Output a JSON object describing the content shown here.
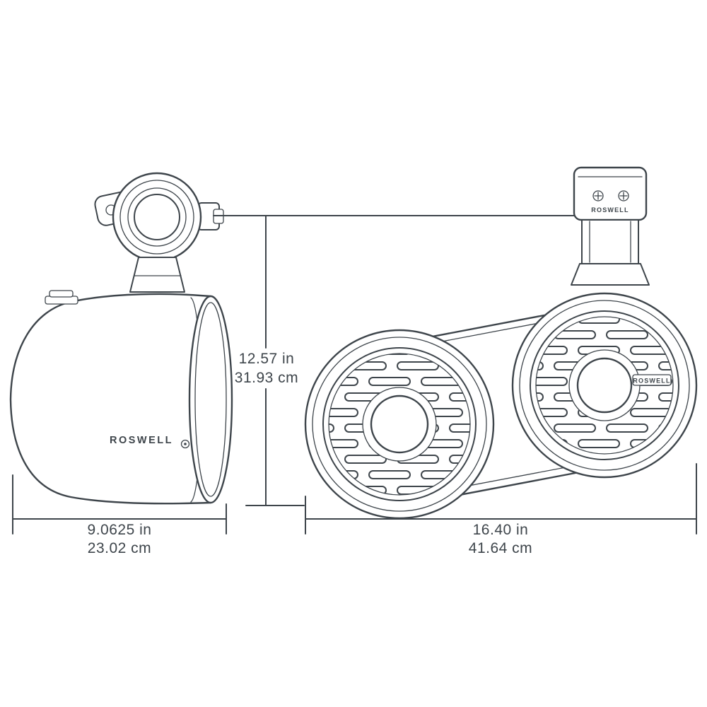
{
  "diagram": {
    "brand": "ROSWELL",
    "views": {
      "side": {
        "brand_label": "ROSWELL"
      },
      "front": {
        "clamp_label": "ROSWELL",
        "grille_label": "ROSWELL"
      }
    },
    "dimensions": {
      "height": {
        "inches": "12.57 in",
        "metric": "31.93 cm"
      },
      "depth": {
        "inches": "9.0625 in",
        "metric": "23.02 cm"
      },
      "width": {
        "inches": "16.40 in",
        "metric": "41.64 cm"
      }
    },
    "colors": {
      "line": "#3e454b",
      "background": "#ffffff"
    }
  }
}
